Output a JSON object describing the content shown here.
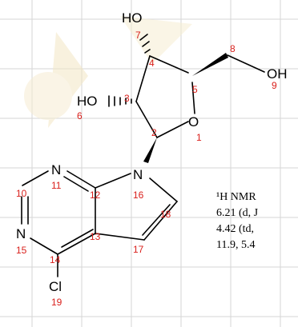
{
  "molecule": {
    "atoms": {
      "o7": {
        "label": "HO",
        "num": "7"
      },
      "o8": {
        "label": "OH",
        "num": "9"
      },
      "o6": {
        "label": "HO",
        "num": "6"
      },
      "o1": {
        "label": "O",
        "num": "1"
      },
      "n11": {
        "label": "N",
        "num": "11"
      },
      "n16": {
        "label": "N",
        "num": "16"
      },
      "n10": {
        "label": "N",
        "num": "10"
      },
      "n15": {
        "label": "N",
        "num": "15"
      },
      "cl": {
        "label": "Cl",
        "num": "19"
      }
    },
    "carbon_numbers": {
      "c2": "2",
      "c3": "3",
      "c4": "4",
      "c5": "5",
      "c8": "8",
      "c12": "12",
      "c13": "13",
      "c14": "14",
      "c17": "17",
      "c18": "18"
    }
  },
  "nmr": {
    "line1": "¹H NMR",
    "line2": "6.21 (d, J",
    "line3": "4.42 (td,",
    "line4": "11.9, 5.4"
  },
  "colors": {
    "grid": "#d6d6d6",
    "atom_number": "#d9201c",
    "watermark": "#f3e6c4"
  }
}
